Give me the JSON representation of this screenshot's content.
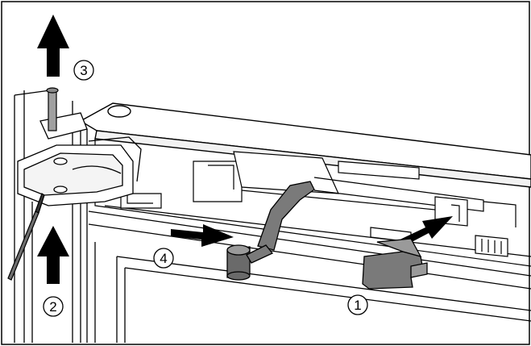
{
  "figure": {
    "title": "",
    "line_color": "#000000",
    "part_fill_color": "#7a7a7a",
    "part_light_color": "#e6e6e6",
    "background_color": "#ffffff"
  },
  "callouts": [
    {
      "id": "1",
      "label": "1"
    },
    {
      "id": "2",
      "label": "2"
    },
    {
      "id": "3",
      "label": "3"
    },
    {
      "id": "4",
      "label": "4"
    }
  ],
  "icons": [
    "arrow-up-icon",
    "arrow-right-icon",
    "screwdriver-icon",
    "hinge-pin-icon",
    "lever-tool-icon",
    "clip-icon"
  ]
}
